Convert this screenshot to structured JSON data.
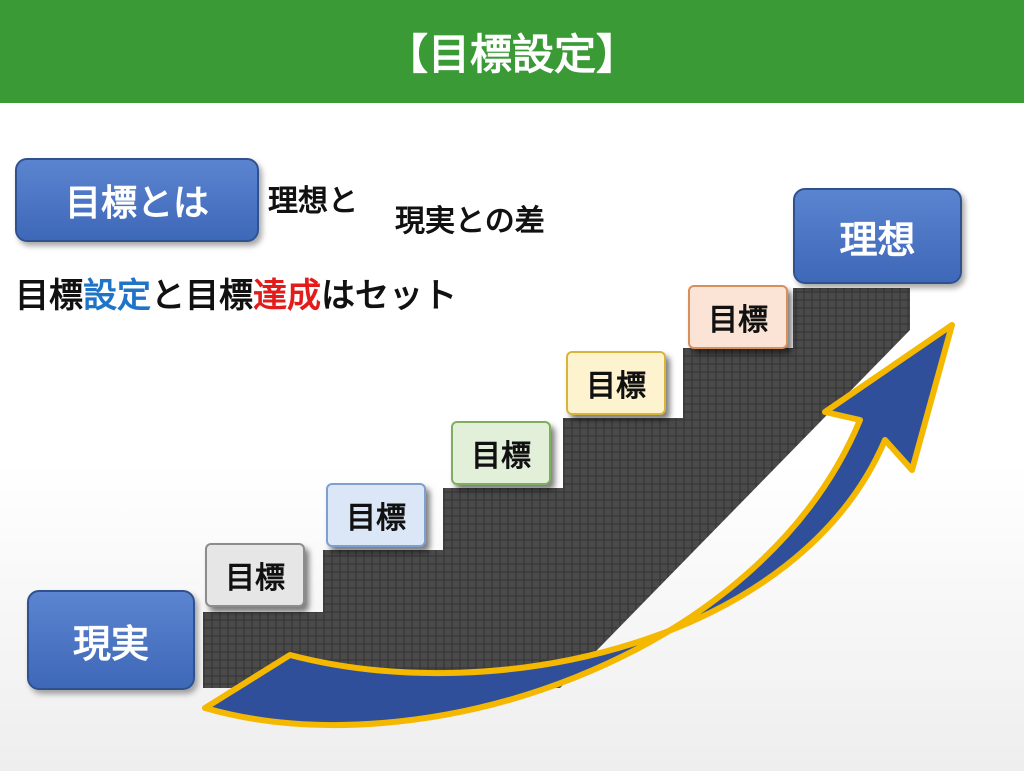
{
  "header": {
    "title": "【目標設定】"
  },
  "definition": {
    "label": "目標とは",
    "text1": "理想と",
    "text2": "現実との差"
  },
  "statement": {
    "part1": "目標",
    "part2": "設定",
    "part3": "と目標",
    "part4": "達成",
    "part5": "はセット"
  },
  "ideal_label": "理想",
  "reality_label": "現実",
  "steps": [
    {
      "label": "目標",
      "bg": "#e6e6e6",
      "border": "#8c8c8c"
    },
    {
      "label": "目標",
      "bg": "#dbe6f6",
      "border": "#7f9fcf"
    },
    {
      "label": "目標",
      "bg": "#e2efd9",
      "border": "#7fae5f"
    },
    {
      "label": "目標",
      "bg": "#fdf3cf",
      "border": "#d9b43a"
    },
    {
      "label": "目標",
      "bg": "#fbe4d5",
      "border": "#d88f5c"
    }
  ],
  "colors": {
    "header": "#3a9a35",
    "blue": "#4472c4",
    "setting": "#1f74c8",
    "achieve": "#e31b1b",
    "arrow": "#2f4f9a",
    "arrow_border": "#f5b800"
  }
}
